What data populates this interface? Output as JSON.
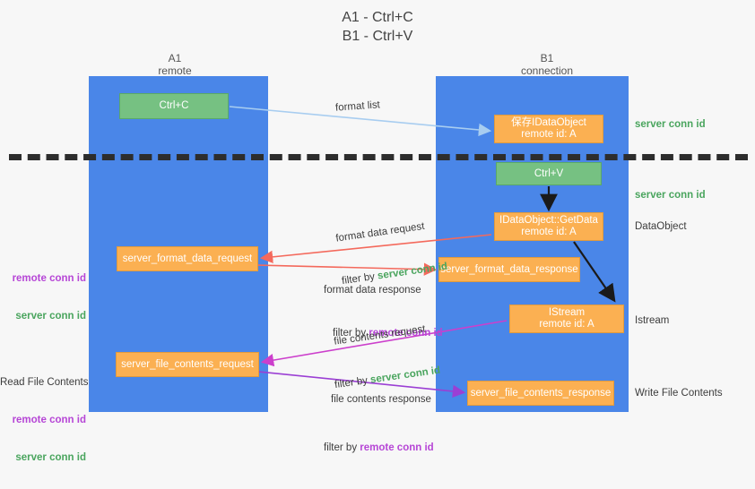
{
  "title": "A1 - Ctrl+C\nB1 - Ctrl+V",
  "columns": {
    "a1": "A1\nremote",
    "b1": "B1\nconnection"
  },
  "boxes": {
    "ctrl_c": "Ctrl+C",
    "idataobject": "保存IDataObject\nremote id: A",
    "ctrl_v": "Ctrl+V",
    "getdata": "IDataObject::GetData\nremote id: A",
    "istream": "IStream\nremote id: A",
    "server_format_data_request": "server_format_data_request",
    "server_format_data_response": "server_format_data_response",
    "server_file_contents_request": "server_file_contents_request",
    "server_file_contents_response": "server_file_contents_response"
  },
  "right_notes": {
    "server_conn_id_1": "server conn id",
    "server_conn_id_2": "server conn id",
    "dataobject": "DataObject",
    "istream": "Istream",
    "write_file_contents": "Write File Contents"
  },
  "left_notes": {
    "mid_remote": "remote conn id",
    "mid_server": "server conn id",
    "low_header": "Read File Contents",
    "low_remote": "remote conn id",
    "low_server": "server conn id"
  },
  "edge_labels": {
    "format_list": "format list",
    "format_data_request": "format data request",
    "format_data_request_filter_prefix": "filter by ",
    "format_data_request_filter_key": "server conn id",
    "format_data_response": "format data response",
    "format_data_response_filter_prefix": "filter by ",
    "format_data_response_filter_key": "remote conn id",
    "file_contents_request": "file contents request",
    "file_contents_request_filter_prefix": "filter by ",
    "file_contents_request_filter_key": "server conn id",
    "file_contents_response": "file contents response",
    "file_contents_response_filter_prefix": "filter by ",
    "file_contents_response_filter_key": "remote conn id"
  },
  "colors": {
    "lane": "#4a86e8",
    "green_box": "#76c182",
    "orange_box": "#fbb052",
    "server_conn_id": "#4aa55e",
    "remote_conn_id": "#b646d6",
    "red_arrow": "#f4695c",
    "magenta_arrow": "#cc3fcc",
    "purple_arrow": "#9b3fd4",
    "light_blue_arrow": "#a8cdf0",
    "divider": "#2d2d2d"
  }
}
